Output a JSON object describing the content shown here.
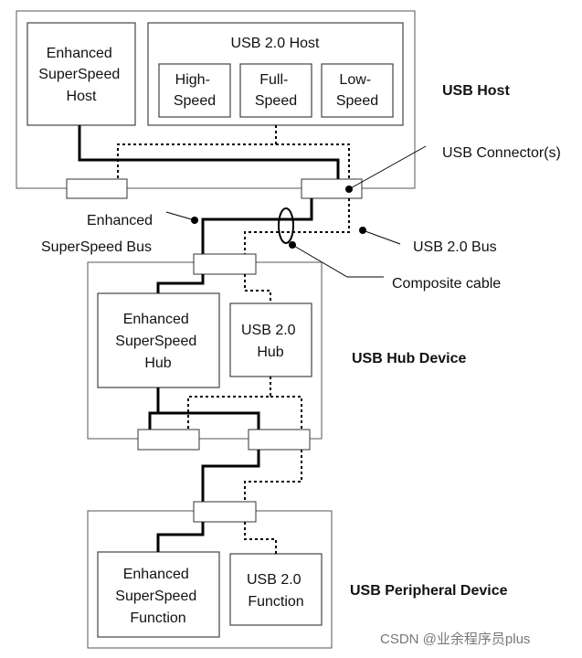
{
  "usb_host": {
    "title": "USB Host",
    "enhanced_superspeed_host": [
      "Enhanced",
      "SuperSpeed",
      "Host"
    ],
    "usb20_host": "USB 2.0 Host",
    "high_speed": [
      "High-",
      "Speed"
    ],
    "full_speed": [
      "Full-",
      "Speed"
    ],
    "low_speed": [
      "Low-",
      "Speed"
    ]
  },
  "hub_device": {
    "title": "USB Hub Device",
    "enhanced_superspeed_hub": [
      "Enhanced",
      "SuperSpeed",
      "Hub"
    ],
    "usb20_hub": [
      "USB 2.0",
      "Hub"
    ]
  },
  "peripheral_device": {
    "title": "USB Peripheral Device",
    "enhanced_superspeed_function": [
      "Enhanced",
      "SuperSpeed",
      "Function"
    ],
    "usb20_function": [
      "USB 2.0",
      "Function"
    ]
  },
  "callouts": {
    "usb_connectors": "USB Connector(s)",
    "enhanced_superspeed_bus": [
      "Enhanced",
      "SuperSpeed Bus"
    ],
    "usb20_bus": "USB 2.0 Bus",
    "composite_cable": "Composite cable"
  },
  "watermark": "CSDN @业余程序员plus"
}
